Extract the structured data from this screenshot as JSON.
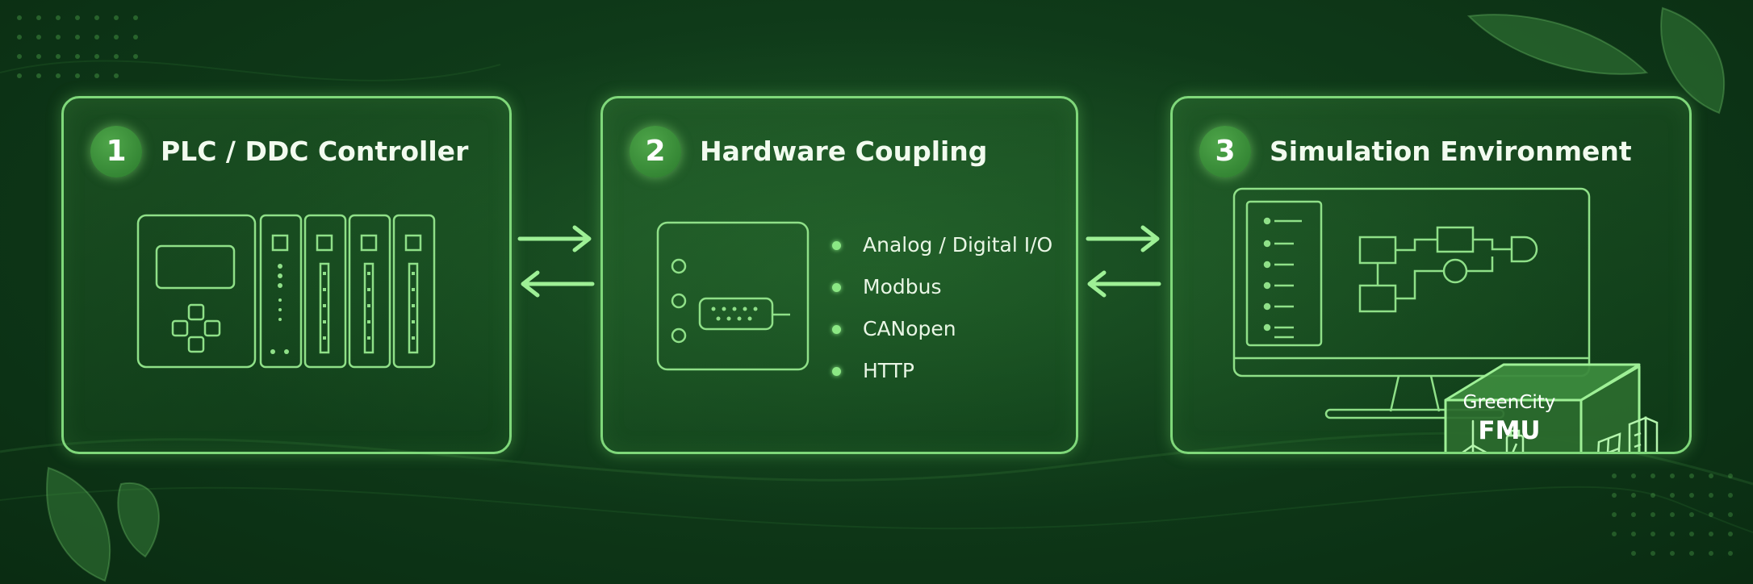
{
  "steps": [
    {
      "number": "1",
      "title": "PLC / DDC Controller"
    },
    {
      "number": "2",
      "title": "Hardware Coupling",
      "protocols": [
        "Analog / Digital I/O",
        "Modbus",
        "CANopen",
        "HTTP"
      ]
    },
    {
      "number": "3",
      "title": "Simulation Environment",
      "fmu": {
        "brand": "GreenCity",
        "name": "FMU"
      }
    }
  ],
  "colors": {
    "background": "#0f3a19",
    "accent": "#7fd87a",
    "badge": "#3d913b",
    "text": "#f2fbef"
  },
  "icons": [
    "plc-controller-icon",
    "io-module-icon",
    "coupling-box-icon",
    "connector-icon",
    "monitor-icon",
    "block-diagram-icon",
    "fmu-cube-icon",
    "wind-turbine-icon",
    "battery-icon",
    "solar-panel-icon",
    "building-icon",
    "arrow-right-icon",
    "arrow-left-icon",
    "leaf-icon"
  ]
}
